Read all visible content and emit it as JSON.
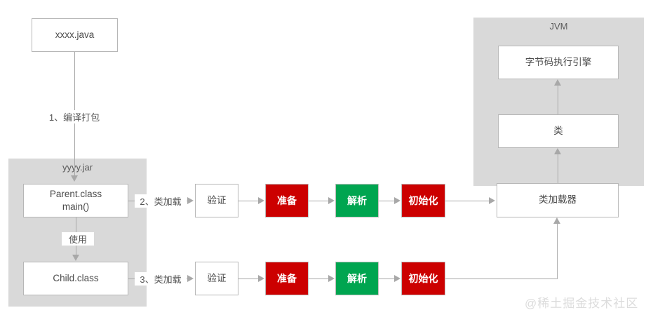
{
  "diagram": {
    "title": "JVM class loading flow",
    "colors": {
      "red": "#cc0000",
      "green": "#00a550",
      "group_gray": "#d9d9d9",
      "line_gray": "#a8a8a8",
      "border_gray": "#b6b6b6",
      "text_gray": "#4a4a4a",
      "watermark_gray": "#dcdcdc"
    },
    "groups": {
      "jar": {
        "label": "yyyy.jar"
      },
      "jvm": {
        "label": "JVM"
      }
    },
    "nodes": {
      "source_file": "xxxx.java",
      "parent_class": "Parent.class\nmain()",
      "child_class": "Child.class",
      "bytecode_engine": "字节码执行引擎",
      "clazz": "类",
      "class_loader": "类加载器",
      "top_pipeline": [
        {
          "label": "验证",
          "style": "plain"
        },
        {
          "label": "准备",
          "style": "red"
        },
        {
          "label": "解析",
          "style": "green"
        },
        {
          "label": "初始化",
          "style": "red"
        }
      ],
      "bottom_pipeline": [
        {
          "label": "验证",
          "style": "plain"
        },
        {
          "label": "准备",
          "style": "red"
        },
        {
          "label": "解析",
          "style": "green"
        },
        {
          "label": "初始化",
          "style": "red"
        }
      ]
    },
    "edge_labels": {
      "compile_package": "1、编译打包",
      "load_parent": "2、类加载",
      "load_child": "3、类加载",
      "use": "使用"
    },
    "watermark": "@稀土掘金技术社区"
  }
}
